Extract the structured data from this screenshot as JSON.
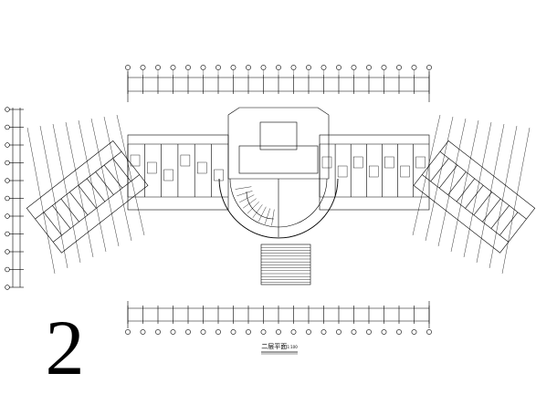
{
  "drawing": {
    "sheet_number": "2",
    "title": "二层平面",
    "scale": "1:100",
    "colors": {
      "lines": "#000000",
      "paper": "#ffffff"
    }
  }
}
